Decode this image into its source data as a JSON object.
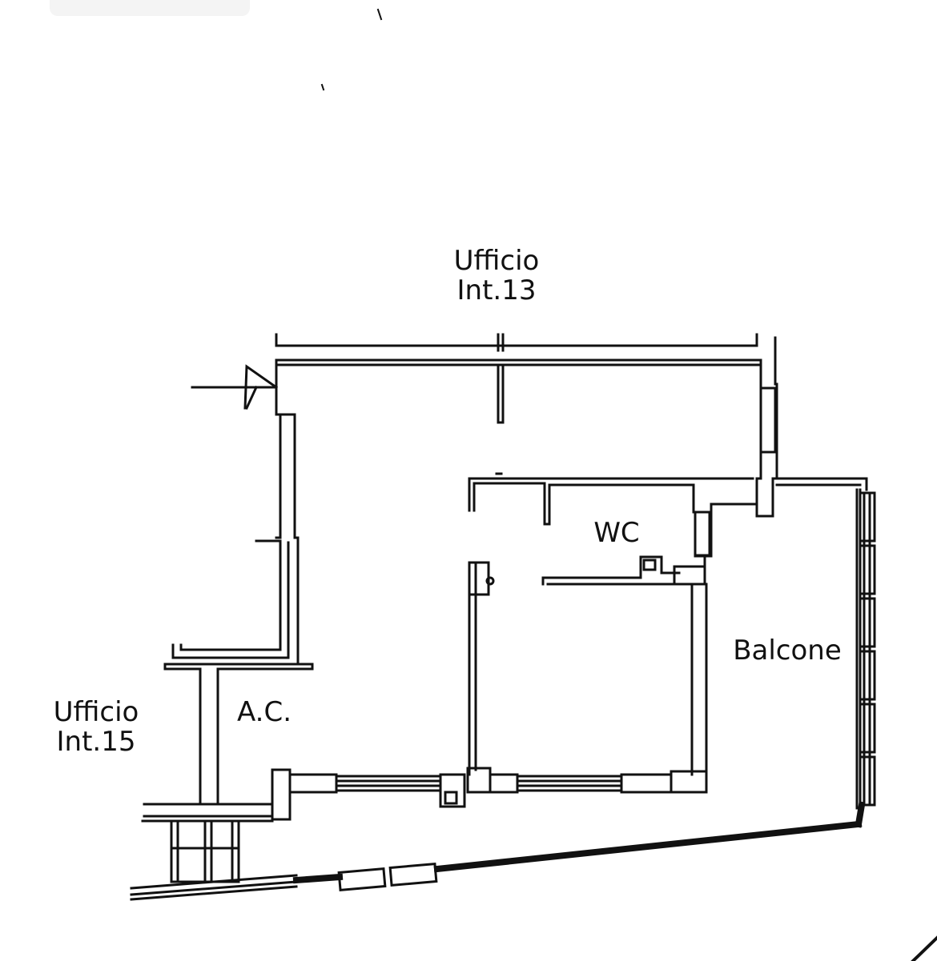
{
  "colors": {
    "wall": "#111111",
    "background": "#ffffff"
  },
  "plan": {
    "rooms": {
      "ufficio_13": {
        "line1": "Ufficio",
        "line2": "Int.13"
      },
      "ufficio_15": {
        "line1": "Ufficio",
        "line2": "Int.15"
      },
      "wc": {
        "label": "WC"
      },
      "ac": {
        "label": "A.C."
      },
      "balcone": {
        "label": "Balcone"
      }
    }
  }
}
